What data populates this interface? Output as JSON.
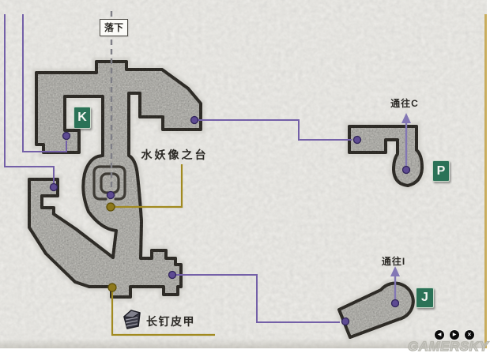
{
  "viewer": {
    "watermark": "GAMERSKY",
    "controls": {
      "prev": "◀",
      "next": "▶",
      "close": "×"
    }
  },
  "map": {
    "annotations": {
      "fall": "落下",
      "statue_platform": "水妖像之台",
      "to_c": "通往C",
      "to_i": "通往I",
      "treasure": "长钉皮甲"
    },
    "rooms": {
      "k": "K",
      "p": "P",
      "j": "J"
    },
    "colors": {
      "route_purple": "#7460a8",
      "item_gold": "#a18a20",
      "room_badge_green": "#2b7257",
      "map_fill": "#d9d8d2",
      "map_outline": "#3e3b35",
      "paper": "#f3f2ee",
      "page_edge_tan": "#c9ad5e"
    }
  }
}
